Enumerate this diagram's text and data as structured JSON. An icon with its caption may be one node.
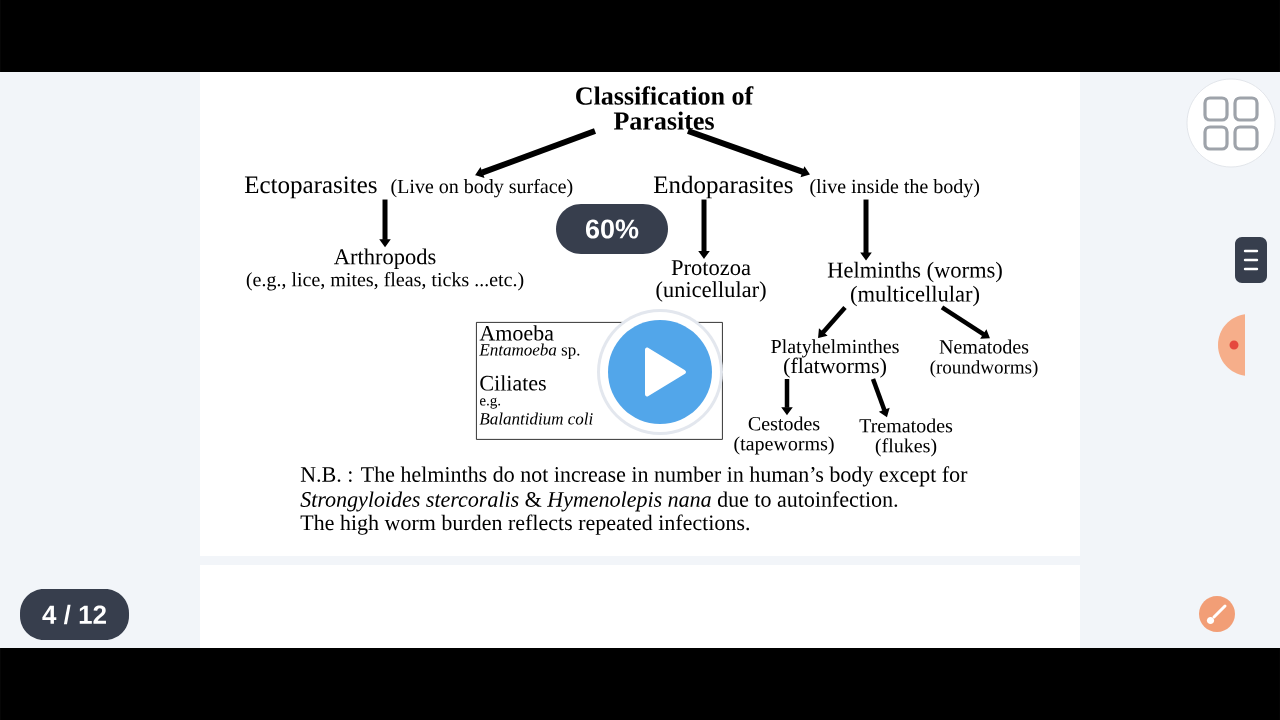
{
  "diagram": {
    "nodes": [
      {
        "text": [
          "Classification of Parasites"
        ]
      },
      {
        "text": [
          "Ectoparasites",
          "(Live on body surface)"
        ]
      },
      {
        "text": [
          "Endoparasites",
          "(live inside the body)"
        ]
      },
      {
        "text": [
          "Arthropods",
          "(e.g., lice, mites, fleas, ticks ...etc.)"
        ]
      },
      {
        "text": [
          "Protozoa",
          "(unicellular)"
        ]
      },
      {
        "text": [
          "Helminths (worms)",
          "(multicellular)"
        ]
      },
      {
        "text": [
          "Amoeba",
          "*Entamoeba* sp.",
          "Ciliates",
          "e.g.",
          "Balantidium coli"
        ]
      },
      {
        "text": [
          "Platyhelminthes",
          "(flatworms)"
        ]
      },
      {
        "text": [
          "Nematodes",
          "(roundworms)"
        ]
      },
      {
        "text": [
          "Cestodes",
          "(tapeworms)"
        ]
      },
      {
        "text": [
          "Trematodes",
          "(flukes)"
        ]
      }
    ],
    "edges": [
      {
        "from": 0,
        "to": 1,
        "arrow": "to"
      },
      {
        "from": 0,
        "to": 2,
        "arrow": "to"
      },
      {
        "from": 1,
        "to": 3,
        "arrow": "to"
      },
      {
        "from": 2,
        "to": 4,
        "arrow": "to"
      },
      {
        "from": 2,
        "to": 5,
        "arrow": "to"
      },
      {
        "from": 5,
        "to": 7,
        "arrow": "to"
      },
      {
        "from": 5,
        "to": 8,
        "arrow": "to"
      },
      {
        "from": 7,
        "to": 9,
        "arrow": "to"
      },
      {
        "from": 7,
        "to": 10,
        "arrow": "to"
      }
    ],
    "labels": [
      "60%",
      "N.B. : The helminths do not increase in number in human’s body except for *Strongyloides stercoralis* &  *Hymenolepis nana* due to autoinfection.",
      "The high worm burden reflects repeated infections.",
      "4 / 12"
    ]
  }
}
